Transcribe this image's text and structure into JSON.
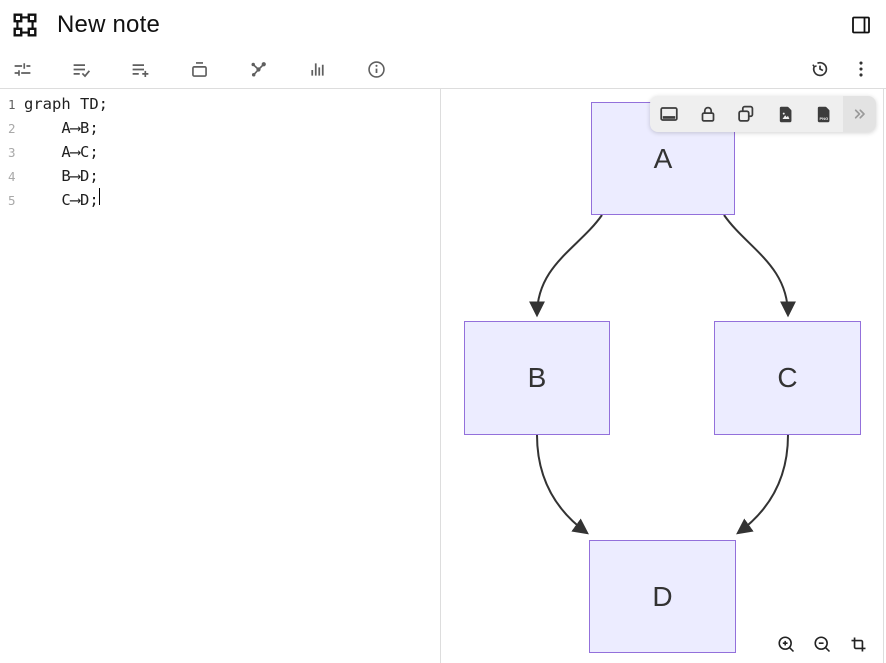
{
  "header": {
    "title": "New note",
    "app_icon": "frame-select-icon",
    "panel_toggle_icon": "panel-right-icon"
  },
  "toolbar": {
    "left_icons": [
      "adjustments-icon",
      "checklist-icon",
      "add-list-icon",
      "archive-icon",
      "graph-icon",
      "bar-chart-icon",
      "info-icon"
    ],
    "right_icons": [
      "history-icon",
      "kebab-menu-icon"
    ]
  },
  "editor": {
    "language": "mermaid",
    "lines": [
      {
        "number": "1",
        "text": "graph TD;"
      },
      {
        "number": "2",
        "text": "    A⟶B;"
      },
      {
        "number": "3",
        "text": "    A⟶C;"
      },
      {
        "number": "4",
        "text": "    B⟶D;"
      },
      {
        "number": "5",
        "text": "    C⟶D;"
      }
    ]
  },
  "diagram": {
    "type": "flowchart-top-down",
    "nodes": [
      {
        "id": "A",
        "label": "A"
      },
      {
        "id": "B",
        "label": "B"
      },
      {
        "id": "C",
        "label": "C"
      },
      {
        "id": "D",
        "label": "D"
      }
    ],
    "edges": [
      [
        "A",
        "B"
      ],
      [
        "A",
        "C"
      ],
      [
        "B",
        "D"
      ],
      [
        "C",
        "D"
      ]
    ],
    "colors": {
      "node_fill": "#ECECFF",
      "node_border": "#9370DB",
      "edge": "#333333"
    }
  },
  "float_toolbar": {
    "icons": [
      "panel-bottom-icon",
      "lock-icon",
      "copy-icon",
      "export-image-icon",
      "export-png-icon",
      "chevron-double-right-icon"
    ],
    "png_badge": "PNG"
  },
  "zoom_controls": {
    "icons": [
      "zoom-in-icon",
      "zoom-out-icon",
      "crop-icon"
    ]
  }
}
